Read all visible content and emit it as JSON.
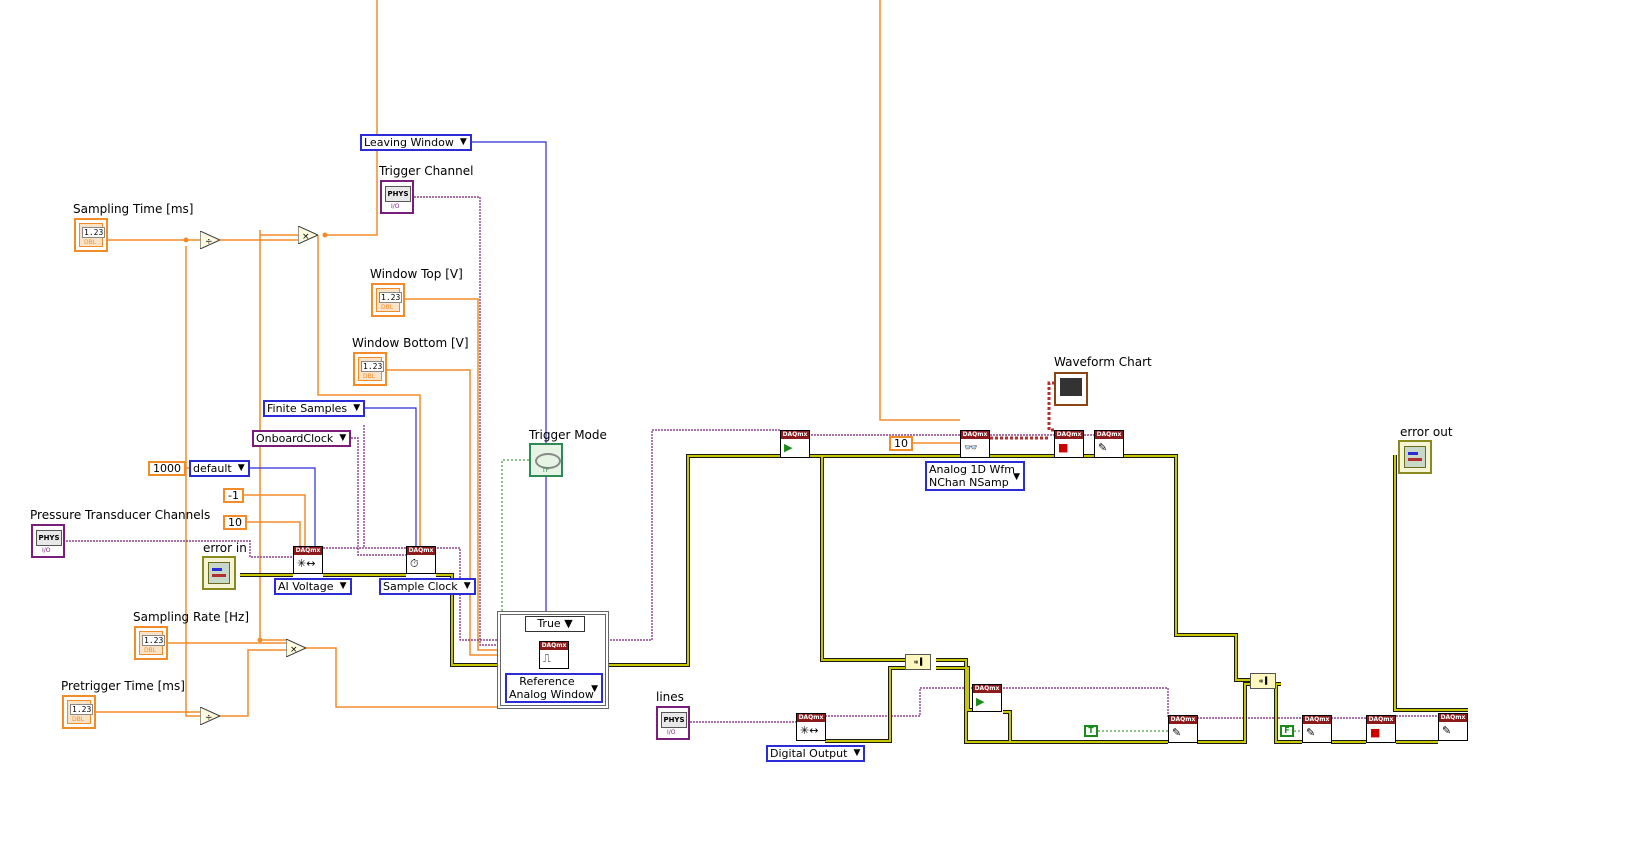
{
  "controls": {
    "sampling_time": {
      "label": "Sampling Time [ms]",
      "value": "1.23",
      "type": "DBL"
    },
    "window_top": {
      "label": "Window Top [V]",
      "value": "1.23",
      "type": "DBL"
    },
    "window_bottom": {
      "label": "Window Bottom [V]",
      "value": "1.23",
      "type": "DBL"
    },
    "sampling_rate": {
      "label": "Sampling Rate [Hz]",
      "value": "1.23",
      "type": "DBL"
    },
    "pretrigger_time": {
      "label": "Pretrigger Time [ms]",
      "value": "1.23",
      "type": "DBL"
    },
    "trigger_channel": {
      "label": "Trigger Channel",
      "value": "PHYS",
      "type": "I/O"
    },
    "pressure_channels": {
      "label": "Pressure Transducer Channels",
      "value": "PHYS",
      "type": "I/O"
    },
    "lines": {
      "label": "lines",
      "value": "PHYS",
      "type": "I/O"
    },
    "trigger_mode": {
      "label": "Trigger Mode",
      "type": "TF"
    },
    "error_in": {
      "label": "error in"
    },
    "error_out": {
      "label": "error out"
    },
    "waveform_chart": {
      "label": "Waveform Chart"
    }
  },
  "constants": {
    "c1000": "1000",
    "default": "default",
    "minus1": "-1",
    "ten_a": "10",
    "ten_b": "10",
    "leaving_window": "Leaving Window",
    "finite_samples": "Finite Samples",
    "onboard_clock": "OnboardClock",
    "ai_voltage": "AI Voltage",
    "sample_clock": "Sample Clock",
    "reference_line1": "Reference",
    "reference_line2": "Analog Window",
    "read_line1": "Analog 1D Wfm",
    "read_line2": "NChan NSamp",
    "digital_output": "Digital Output",
    "case_value": "True",
    "true_const": "T",
    "false_const": "F"
  },
  "nodes": {
    "daqmx_header": "DAQmx",
    "phys_tag": "I/O",
    "dbl_tag": "DBL",
    "tf_tag": "TF",
    "divide": "÷",
    "multiply": "×"
  },
  "colors": {
    "numeric_wire": "#f28c28",
    "task_wire": "#7a1e7a",
    "enum_wire": "#2b2bd8",
    "error_wire": "#c8c800",
    "bool_wire": "#1a8a1a",
    "daqmx_header": "#8b1a1a"
  }
}
